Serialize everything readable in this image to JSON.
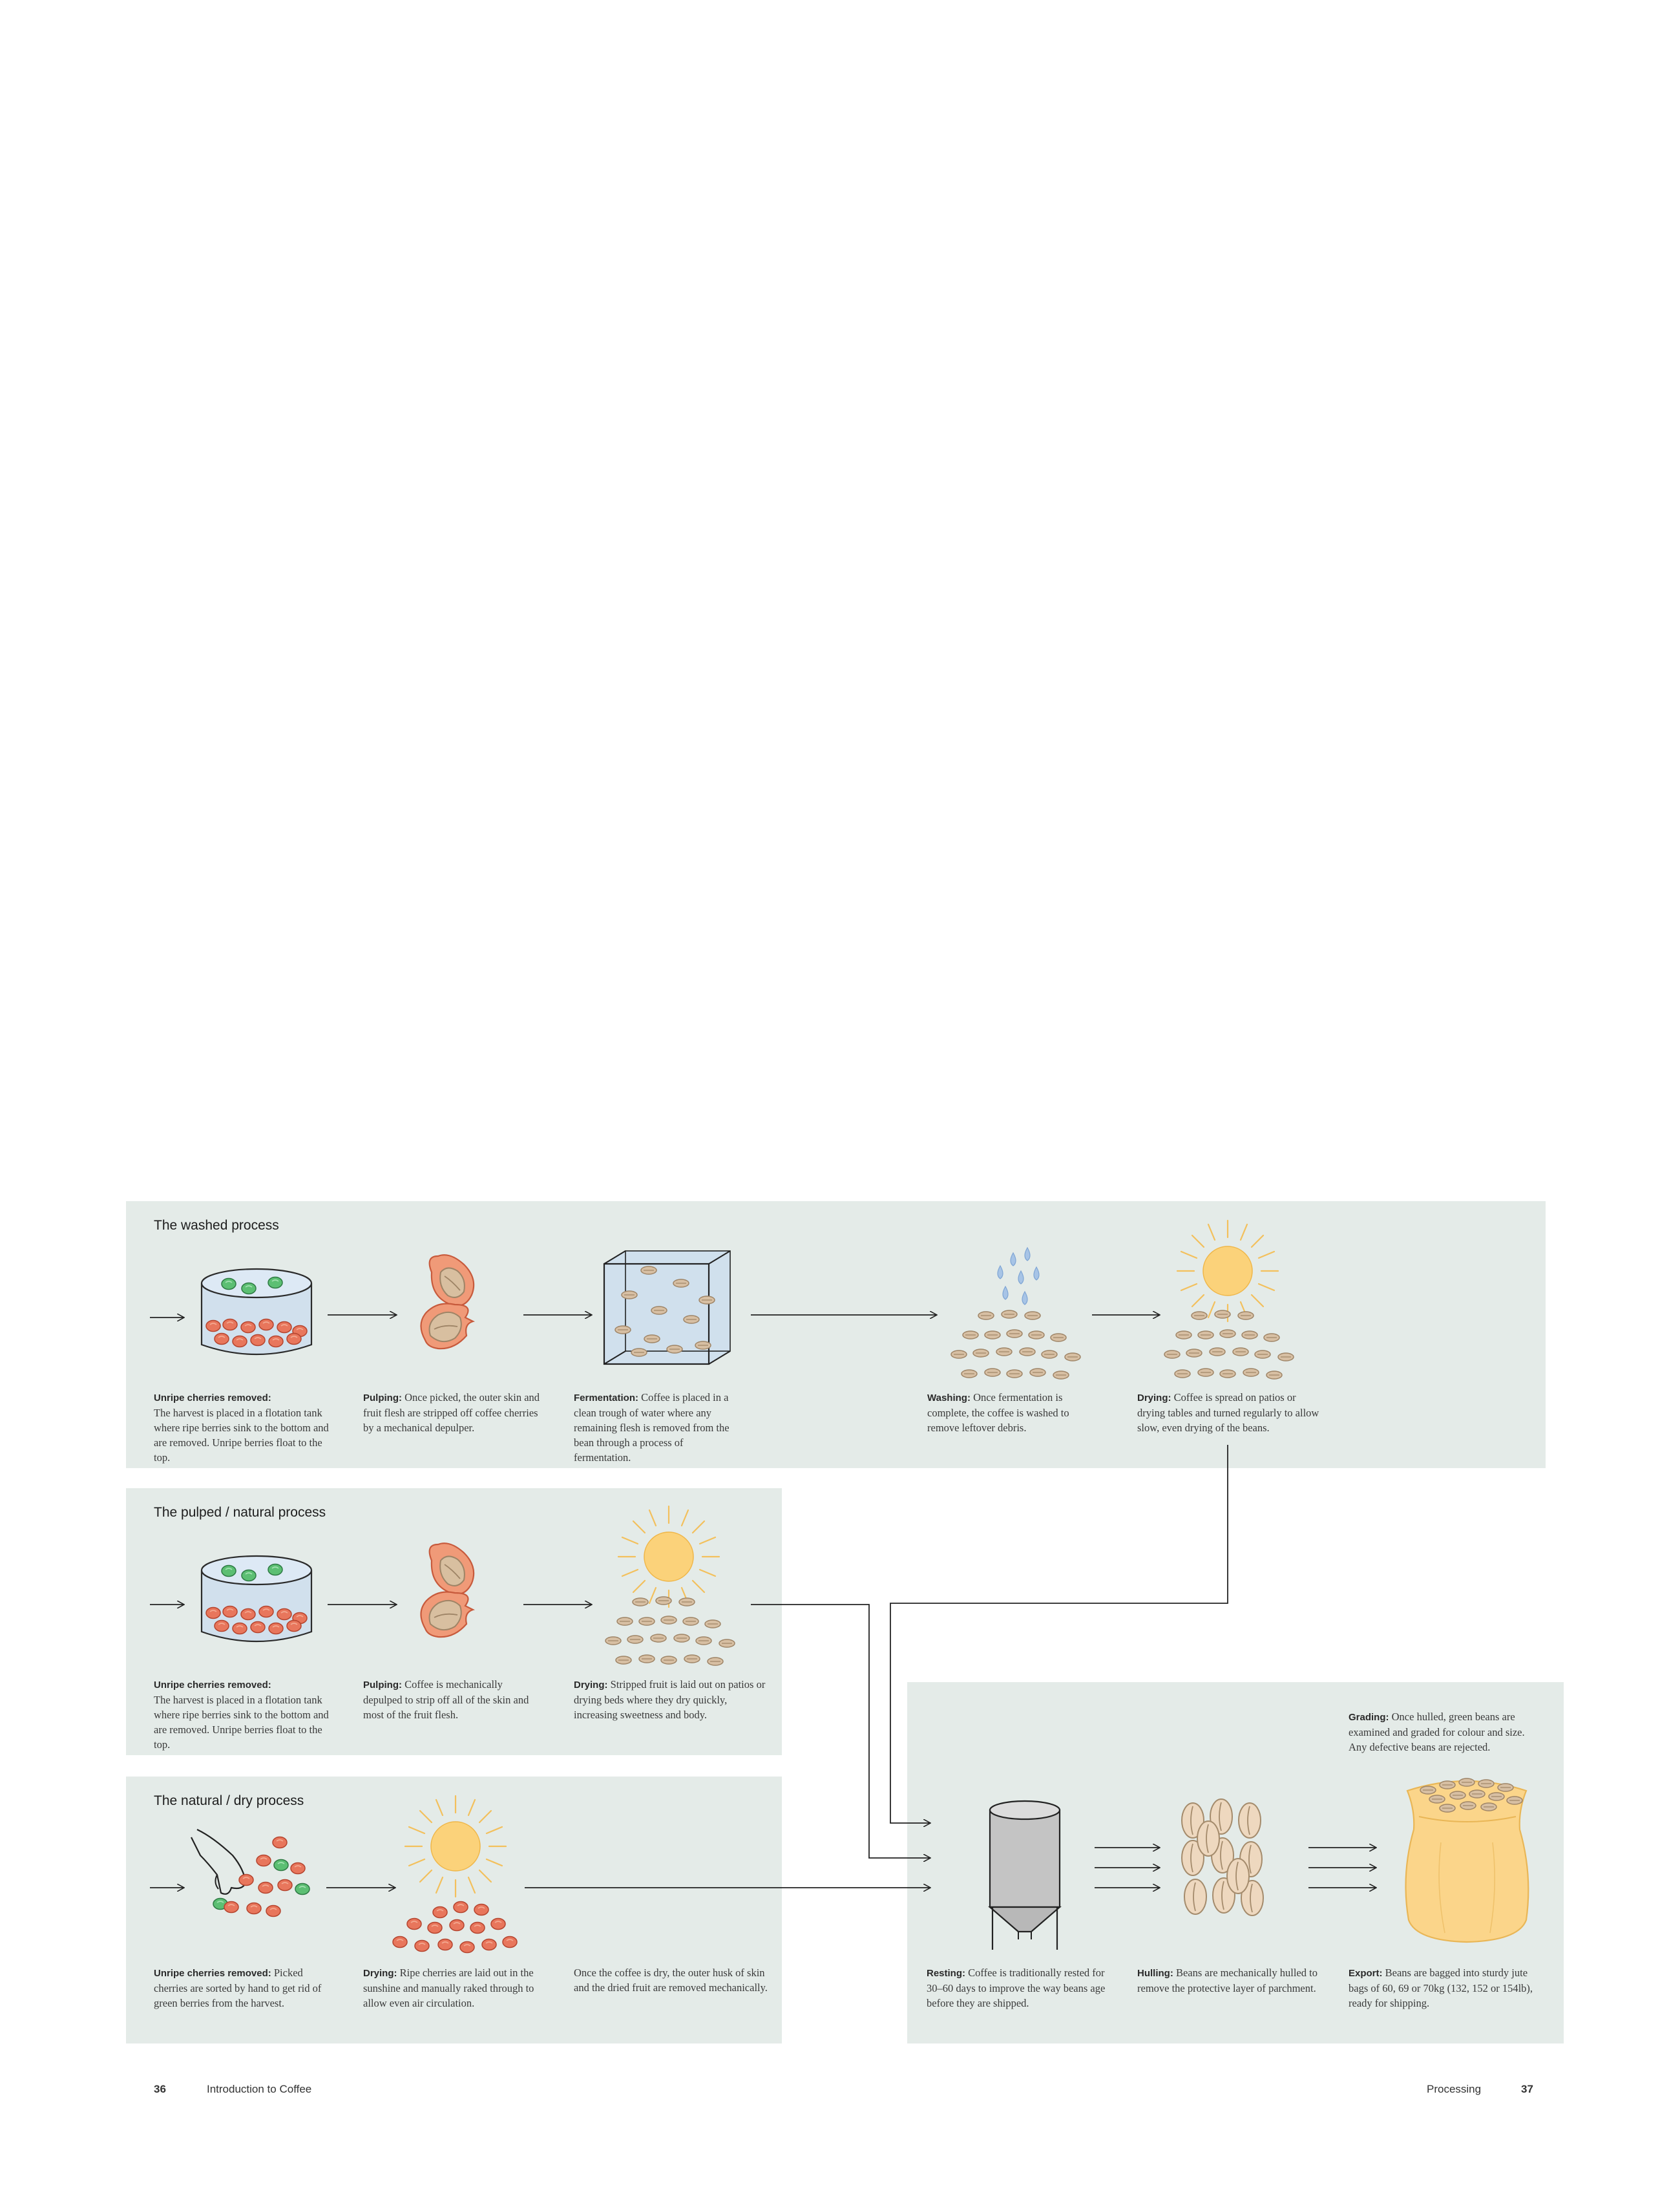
{
  "sections": {
    "washed": {
      "title": "The washed process",
      "steps": [
        {
          "term": "Unripe cherries removed:",
          "text": "The harvest is placed in a flotation tank where ripe berries sink to the bottom and are removed. Unripe berries float to the top."
        },
        {
          "term": "Pulping:",
          "text": "Once picked, the outer skin and fruit flesh are stripped off coffee cherries by a mechanical depulper."
        },
        {
          "term": "Fermentation:",
          "text": "Coffee is placed in a clean trough of water where any remaining flesh is removed from the bean through a process of fermentation."
        },
        {
          "term": "Washing:",
          "text": "Once fermentation is complete, the coffee is washed to remove leftover debris."
        },
        {
          "term": "Drying:",
          "text": "Coffee is spread on patios or drying tables and turned regularly to allow slow, even drying of the beans."
        }
      ]
    },
    "pulped": {
      "title": "The pulped / natural process",
      "steps": [
        {
          "term": "Unripe cherries removed:",
          "text": "The harvest is placed in a flotation tank where ripe berries sink to the bottom and are removed. Unripe berries float to the top."
        },
        {
          "term": "Pulping:",
          "text": "Coffee is mechanically depulped to strip off all of the skin and most of the fruit flesh."
        },
        {
          "term": "Drying:",
          "text": "Stripped fruit is laid out on patios or drying beds where they dry quickly, increasing sweetness and body."
        }
      ]
    },
    "natural": {
      "title": "The natural / dry process",
      "steps": [
        {
          "term": "Unripe cherries removed:",
          "text": "Picked cherries are sorted by hand to get rid of green berries from the harvest."
        },
        {
          "term": "Drying:",
          "text": "Ripe cherries are laid out in the sunshine and manually raked through to allow even air circulation."
        },
        {
          "term": "",
          "text": "Once the coffee is dry, the outer husk of skin and the dried fruit are removed mechanically."
        }
      ]
    },
    "final": {
      "steps": [
        {
          "term": "Grading:",
          "text": "Once hulled, green beans are examined and graded for colour and size. Any defective beans are rejected."
        },
        {
          "term": "Resting:",
          "text": "Coffee is traditionally rested for 30–60 days to improve the way beans age before they are shipped."
        },
        {
          "term": "Hulling:",
          "text": "Beans are mechanically hulled to remove the protective layer of parchment."
        },
        {
          "term": "Export:",
          "text": "Beans are bagged into sturdy jute bags of 60, 69 or 70kg (132, 152 or 154lb), ready for shipping."
        }
      ]
    }
  },
  "footer": {
    "left_page": "36",
    "left_title": "Introduction to Coffee",
    "right_title": "Processing",
    "right_page": "37"
  },
  "colors": {
    "panel": "#e4ebe8",
    "cherry_red": "#e8765c",
    "cherry_green": "#5cbf73",
    "bean": "#d7bfa3",
    "sun": "#fbd27a",
    "sack": "#fbd58a",
    "water": "#a7c4e6",
    "silo": "#c4c4c4"
  }
}
